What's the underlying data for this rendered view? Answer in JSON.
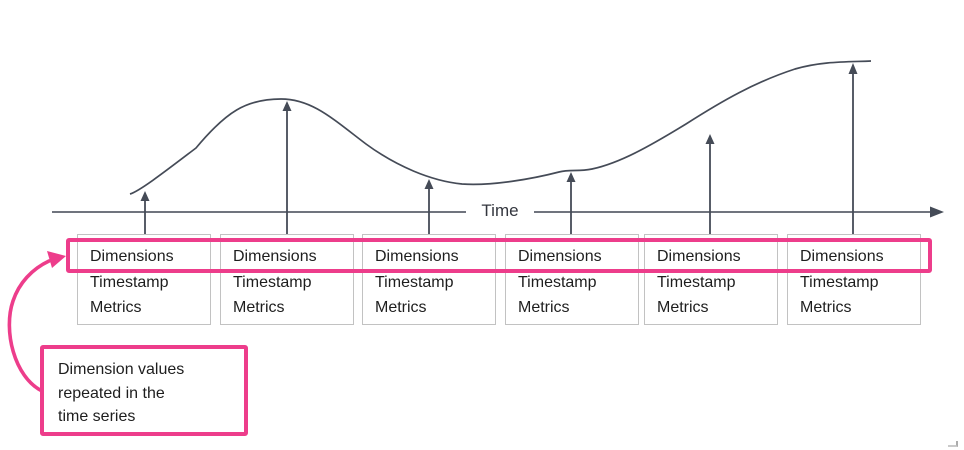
{
  "diagram": {
    "axis": {
      "label": "Time"
    },
    "records": [
      {
        "fields": [
          "Dimensions",
          "Timestamp",
          "Metrics"
        ]
      },
      {
        "fields": [
          "Dimensions",
          "Timestamp",
          "Metrics"
        ]
      },
      {
        "fields": [
          "Dimensions",
          "Timestamp",
          "Metrics"
        ]
      },
      {
        "fields": [
          "Dimensions",
          "Timestamp",
          "Metrics"
        ]
      },
      {
        "fields": [
          "Dimensions",
          "Timestamp",
          "Metrics"
        ]
      },
      {
        "fields": [
          "Dimensions",
          "Timestamp",
          "Metrics"
        ]
      }
    ],
    "callout": {
      "lines": [
        "Dimension values",
        "repeated in the",
        "time series"
      ]
    },
    "colors": {
      "accent_pink": "#ed3d8b",
      "stroke_dark": "#454b57",
      "axis_gray": "#70747e",
      "box_border": "#c2c2c2",
      "text": "#1e1e1e"
    }
  }
}
